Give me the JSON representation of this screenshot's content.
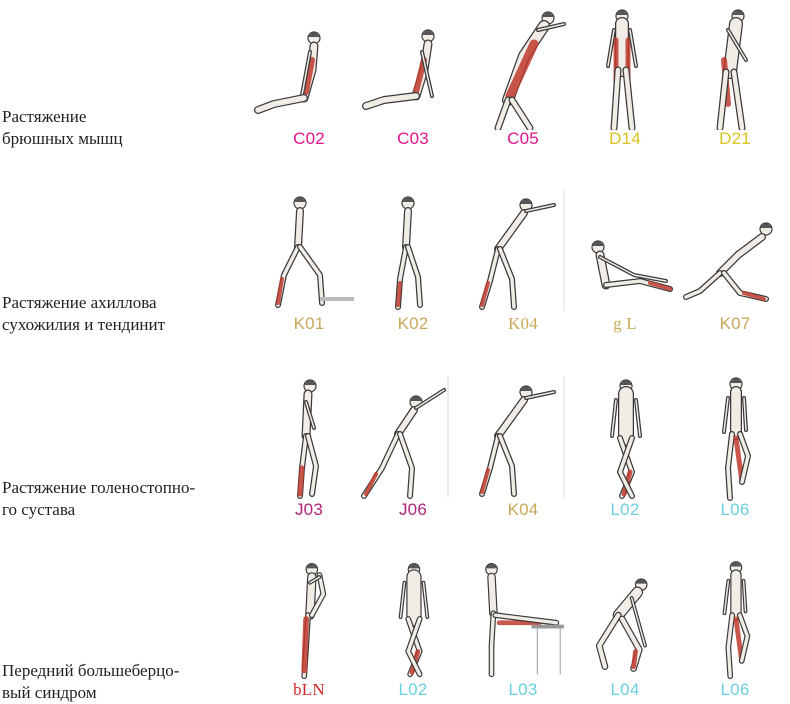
{
  "colors": {
    "C": "#e0148c",
    "D": "#d9c41f",
    "K": "#c9a85a",
    "J": "#b3227a",
    "L": "#6ccfe0",
    "red": "#d1262b",
    "muscle": "#c0392b",
    "skin": "#f2ece6",
    "line": "#3a3a3a"
  },
  "rows": [
    {
      "label_lines": [
        "Растяжение",
        "брюшных мышц"
      ],
      "items": [
        {
          "code": "C02",
          "color": "C",
          "pose": "prone-arch"
        },
        {
          "code": "C03",
          "color": "C",
          "pose": "prone-arch-2"
        },
        {
          "code": "C05",
          "color": "C",
          "pose": "side-bend"
        },
        {
          "code": "D14",
          "color": "D",
          "pose": "back-standing"
        },
        {
          "code": "D21",
          "color": "D",
          "pose": "back-twist"
        }
      ]
    },
    {
      "label_lines": [
        "Растяжение ахиллова",
        "сухожилия и тендинит"
      ],
      "items": [
        {
          "code": "K01",
          "color": "K",
          "pose": "lunge-step"
        },
        {
          "code": "K02",
          "color": "K",
          "pose": "lunge-step-2"
        },
        {
          "code": "K04",
          "color": "K",
          "pose": "wall-push",
          "serif": true
        },
        {
          "code": "g L",
          "color": "K",
          "pose": "seated-reach",
          "serif": true
        },
        {
          "code": "K07",
          "color": "K",
          "pose": "kneel"
        }
      ]
    },
    {
      "label_lines": [
        "Растяжение голеностопно-",
        "го сустава"
      ],
      "items": [
        {
          "code": "J03",
          "color": "J",
          "pose": "toe-flex"
        },
        {
          "code": "J06",
          "color": "J",
          "pose": "wall-lean-long"
        },
        {
          "code": "K04",
          "color": "K",
          "pose": "wall-push"
        },
        {
          "code": "L02",
          "color": "L",
          "pose": "front-cross"
        },
        {
          "code": "L06",
          "color": "L",
          "pose": "front-lift"
        }
      ]
    },
    {
      "label_lines": [
        "Передний большеберцо-",
        "вый синдром"
      ],
      "items": [
        {
          "code": "bLN",
          "color": "red",
          "pose": "quad-hold",
          "serif": true
        },
        {
          "code": "L02",
          "color": "L",
          "pose": "front-cross"
        },
        {
          "code": "L03",
          "color": "L",
          "pose": "bench-leg"
        },
        {
          "code": "L04",
          "color": "L",
          "pose": "squat"
        },
        {
          "code": "L06",
          "color": "L",
          "pose": "front-lift"
        }
      ]
    }
  ]
}
